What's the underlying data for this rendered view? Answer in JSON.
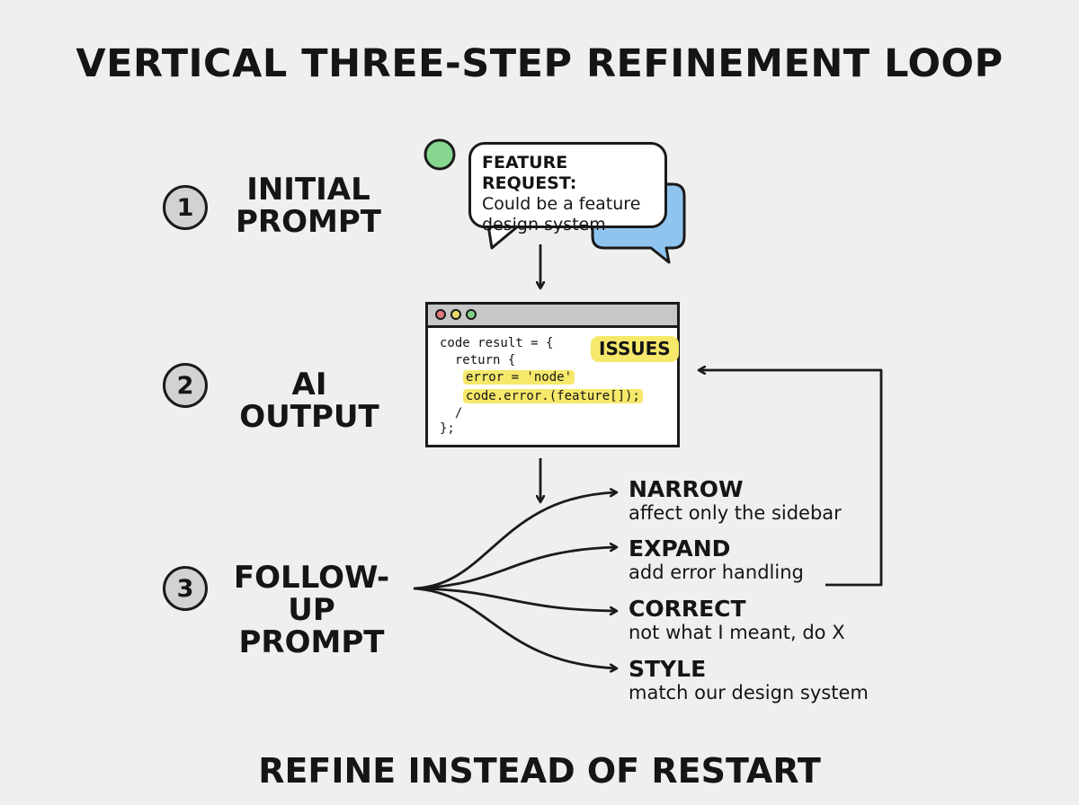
{
  "title": "VERTICAL THREE-STEP REFINEMENT LOOP",
  "footer": "REFINE INSTEAD OF RESTART",
  "steps": [
    {
      "number": "1",
      "label_lines": [
        "INITIAL",
        "PROMPT"
      ]
    },
    {
      "number": "2",
      "label_lines": [
        "AI OUTPUT"
      ]
    },
    {
      "number": "3",
      "label_lines": [
        "FOLLOW-UP",
        "PROMPT"
      ]
    }
  ],
  "bubble": {
    "heading": "FEATURE REQUEST:",
    "lines": [
      "Could be a feature",
      "design system"
    ]
  },
  "code_window": {
    "lines": [
      "code result = {",
      "  return {",
      "error = 'node'",
      "code.error.(feature[]);",
      "  /",
      "};"
    ],
    "issues_label": "ISSUES"
  },
  "options": [
    {
      "title": "NARROW",
      "desc": "affect only the sidebar"
    },
    {
      "title": "EXPAND",
      "desc": "add error handling"
    },
    {
      "title": "CORRECT",
      "desc": "not what I meant, do X"
    },
    {
      "title": "STYLE",
      "desc": "match our design system"
    }
  ],
  "colors": {
    "background": "#efefed",
    "ink": "#151515",
    "highlight": "#f5e86a",
    "status_dot": "#86d68f",
    "back_bubble": "#8fc4ef",
    "dot_red": "#e07a7a",
    "dot_yellow": "#ecd66a",
    "dot_green": "#7fcf86"
  },
  "icons": [
    "status-dot-icon",
    "speech-bubble-icon",
    "window-dots-icon",
    "arrow-icon"
  ]
}
